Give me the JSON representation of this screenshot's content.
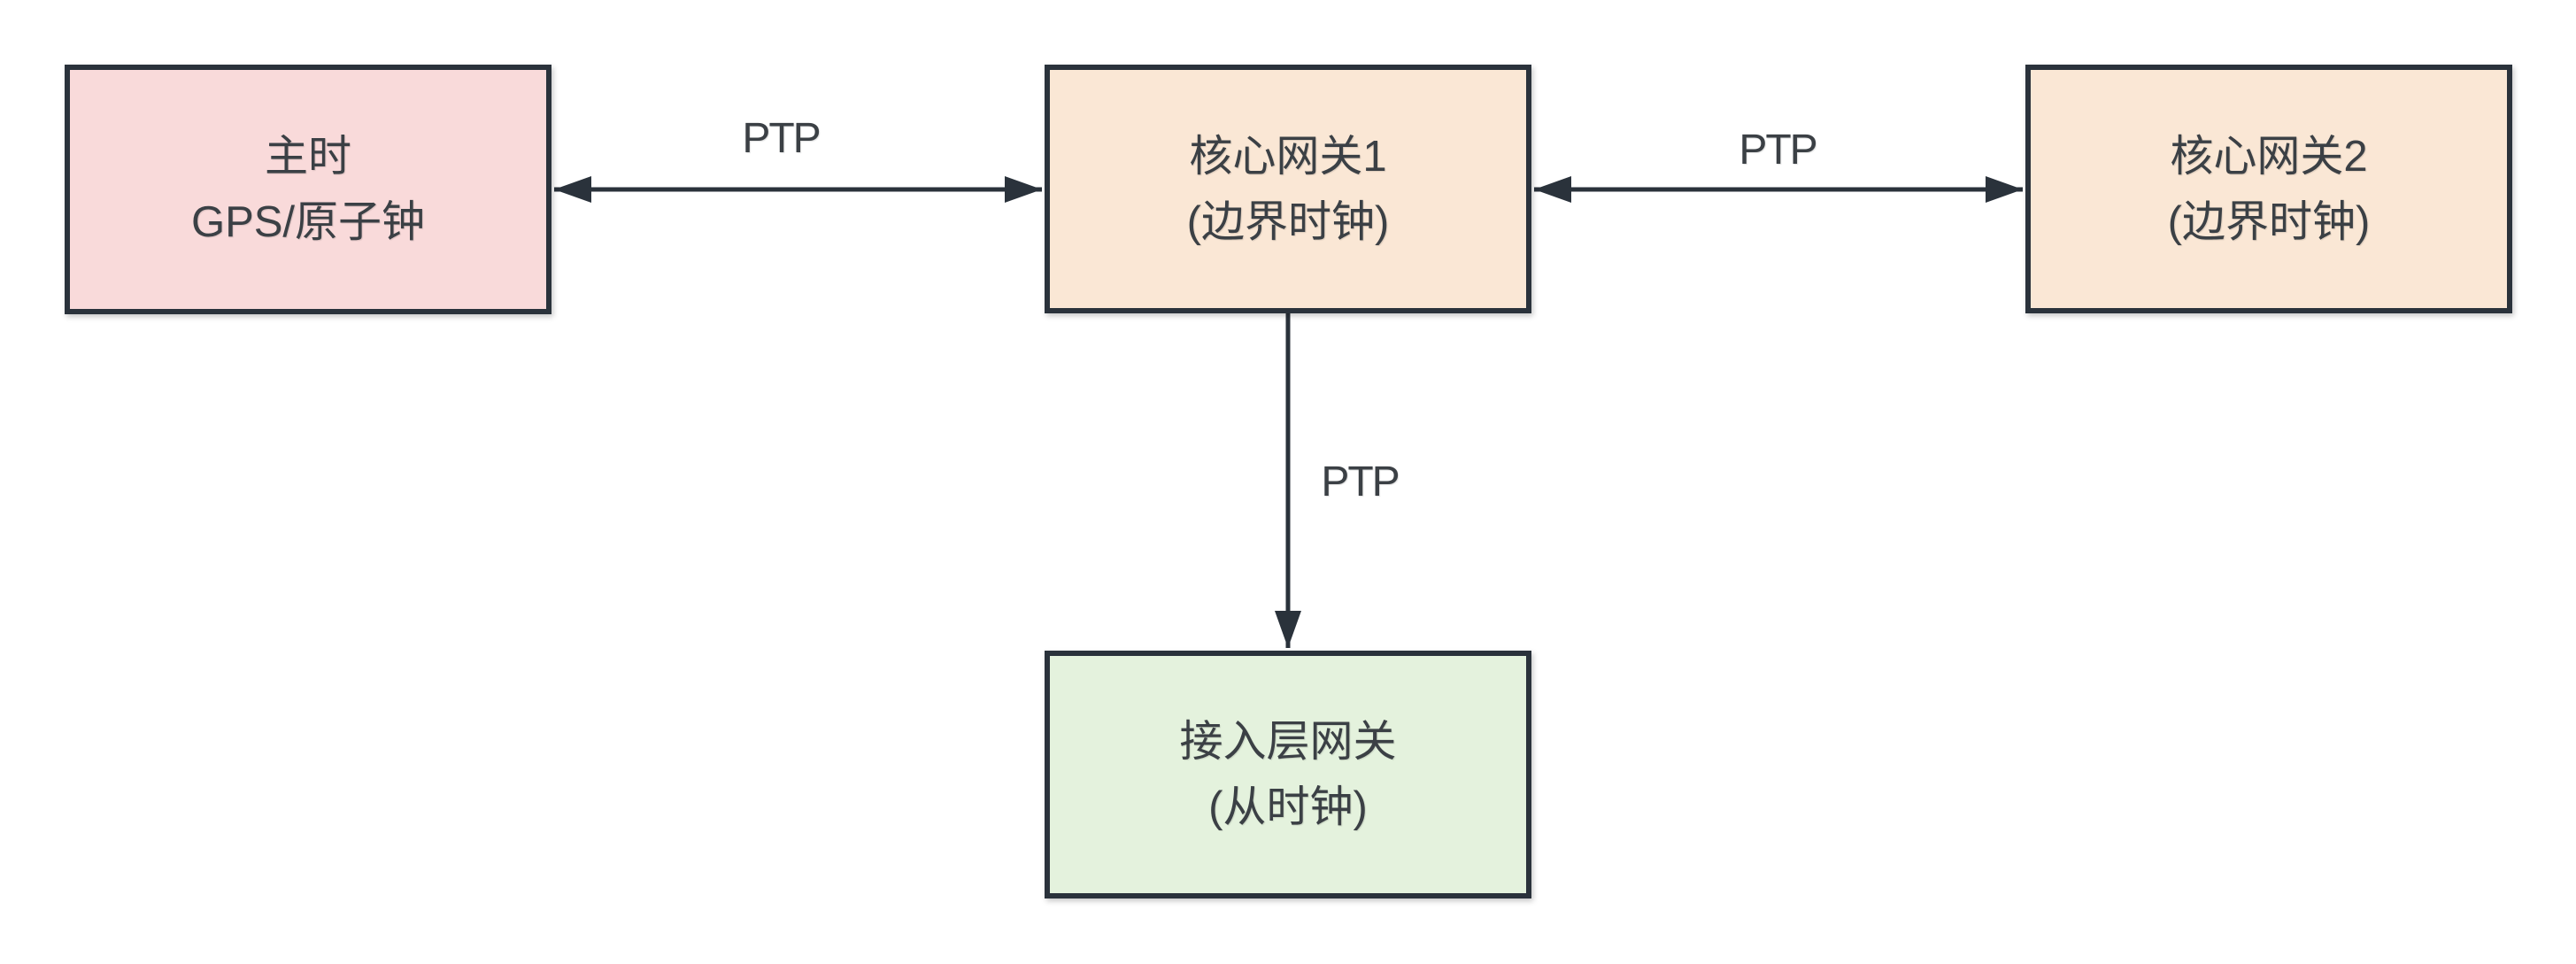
{
  "diagram": {
    "type": "network-topology",
    "nodes": [
      {
        "id": "master-clock",
        "line1": "主时",
        "line2": "GPS/原子钟",
        "fill": "#f9dada"
      },
      {
        "id": "core-gateway-1",
        "line1": "核心网关1",
        "line2": "(边界时钟)",
        "fill": "#fae7d5"
      },
      {
        "id": "core-gateway-2",
        "line1": "核心网关2",
        "line2": "(边界时钟)",
        "fill": "#fae7d5"
      },
      {
        "id": "access-gateway",
        "line1": "接入层网关",
        "line2": "(从时钟)",
        "fill": "#e4f2dd"
      }
    ],
    "edges": [
      {
        "id": "master-core1",
        "label": "PTP",
        "from": "master-clock",
        "to": "core-gateway-1",
        "direction": "bidirectional"
      },
      {
        "id": "core1-core2",
        "label": "PTP",
        "from": "core-gateway-1",
        "to": "core-gateway-2",
        "direction": "bidirectional"
      },
      {
        "id": "core1-access",
        "label": "PTP",
        "from": "core-gateway-1",
        "to": "access-gateway",
        "direction": "one-way-down"
      }
    ],
    "colors": {
      "stroke": "#2a323b",
      "text": "#3b4045",
      "master_fill": "#f9dada",
      "core_fill": "#fae7d5",
      "access_fill": "#e4f2dd",
      "background": "#ffffff"
    }
  }
}
